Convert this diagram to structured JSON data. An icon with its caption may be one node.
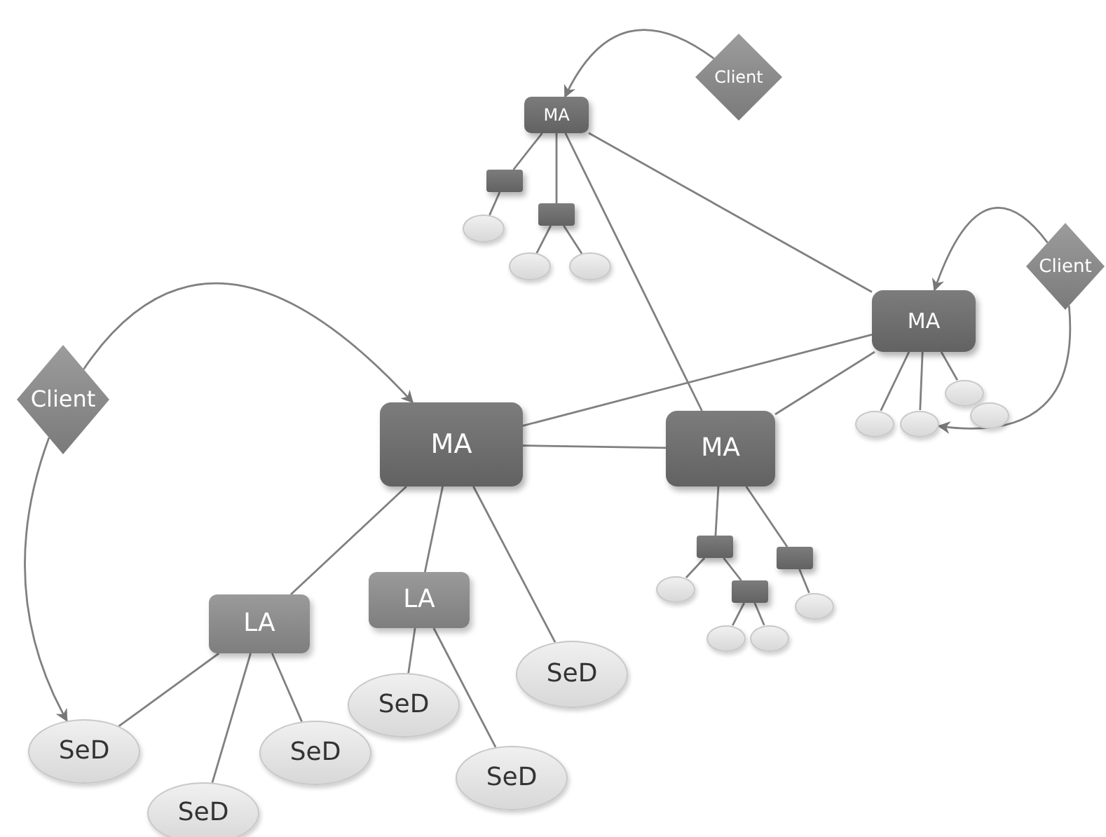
{
  "diagram": {
    "nodes": [
      {
        "text": [
          "Client"
        ]
      },
      {
        "text": [
          "MA"
        ]
      },
      {
        "text": [],
        "shape": "box"
      },
      {
        "text": [],
        "shape": "box"
      },
      {
        "text": [],
        "shape": "ellipse"
      },
      {
        "text": [],
        "shape": "ellipse"
      },
      {
        "text": [],
        "shape": "ellipse"
      },
      {
        "text": [
          "Client"
        ]
      },
      {
        "text": [
          "MA"
        ]
      },
      {
        "text": [
          "Client"
        ]
      },
      {
        "text": [
          "MA"
        ]
      },
      {
        "text": [
          "MA"
        ]
      },
      {
        "text": [],
        "shape": "ellipse"
      },
      {
        "text": [],
        "shape": "ellipse"
      },
      {
        "text": [],
        "shape": "ellipse"
      },
      {
        "text": [],
        "shape": "ellipse"
      },
      {
        "text": [],
        "shape": "box"
      },
      {
        "text": [],
        "shape": "box"
      },
      {
        "text": [],
        "shape": "box"
      },
      {
        "text": [],
        "shape": "ellipse"
      },
      {
        "text": [],
        "shape": "ellipse"
      },
      {
        "text": [],
        "shape": "ellipse"
      },
      {
        "text": [],
        "shape": "ellipse"
      },
      {
        "text": [
          "LA"
        ]
      },
      {
        "text": [
          "LA"
        ]
      },
      {
        "text": [
          "SeD"
        ]
      },
      {
        "text": [
          "SeD"
        ]
      },
      {
        "text": [
          "SeD"
        ]
      },
      {
        "text": [
          "SeD"
        ]
      },
      {
        "text": [
          "SeD"
        ]
      },
      {
        "text": [
          "SeD"
        ]
      }
    ],
    "edges": [
      {
        "from": 0,
        "to": 1,
        "arrow": "to"
      },
      {
        "from": 1,
        "to": 2,
        "arrow": "none"
      },
      {
        "from": 1,
        "to": 3,
        "arrow": "none"
      },
      {
        "from": 1,
        "to": 11,
        "arrow": "none"
      },
      {
        "from": 1,
        "to": 8,
        "arrow": "none"
      },
      {
        "from": 2,
        "to": 4,
        "arrow": "none"
      },
      {
        "from": 3,
        "to": 5,
        "arrow": "none"
      },
      {
        "from": 3,
        "to": 6,
        "arrow": "none"
      },
      {
        "from": 7,
        "to": 8,
        "arrow": "to"
      },
      {
        "from": 7,
        "to": 14,
        "arrow": "to"
      },
      {
        "from": 8,
        "to": 10,
        "arrow": "none"
      },
      {
        "from": 8,
        "to": 11,
        "arrow": "none"
      },
      {
        "from": 8,
        "to": 13,
        "arrow": "none"
      },
      {
        "from": 8,
        "to": 14,
        "arrow": "none"
      },
      {
        "from": 8,
        "to": 12,
        "arrow": "none"
      },
      {
        "from": 9,
        "to": 10,
        "arrow": "to"
      },
      {
        "from": 9,
        "to": 27,
        "arrow": "to"
      },
      {
        "from": 10,
        "to": 11,
        "arrow": "none"
      },
      {
        "from": 10,
        "to": 24,
        "arrow": "none"
      },
      {
        "from": 10,
        "to": 23,
        "arrow": "none"
      },
      {
        "from": 10,
        "to": 25,
        "arrow": "none"
      },
      {
        "from": 11,
        "to": 16,
        "arrow": "none"
      },
      {
        "from": 11,
        "to": 17,
        "arrow": "none"
      },
      {
        "from": 16,
        "to": 19,
        "arrow": "none"
      },
      {
        "from": 16,
        "to": 18,
        "arrow": "none"
      },
      {
        "from": 18,
        "to": 21,
        "arrow": "none"
      },
      {
        "from": 18,
        "to": 22,
        "arrow": "none"
      },
      {
        "from": 17,
        "to": 20,
        "arrow": "none"
      },
      {
        "from": 24,
        "to": 27,
        "arrow": "none"
      },
      {
        "from": 24,
        "to": 30,
        "arrow": "none"
      },
      {
        "from": 24,
        "to": 28,
        "arrow": "none"
      },
      {
        "from": 23,
        "to": 26,
        "arrow": "none"
      },
      {
        "from": 23,
        "to": 29,
        "arrow": "none"
      }
    ]
  }
}
